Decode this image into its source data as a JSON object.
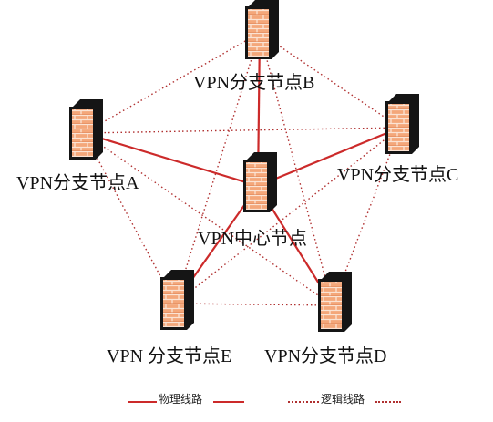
{
  "nodes": {
    "center": {
      "label": "VPN中心节点",
      "icon": "firewall-icon"
    },
    "a": {
      "label": "VPN分支节点A",
      "icon": "firewall-icon"
    },
    "b": {
      "label": "VPN分支节点B",
      "icon": "firewall-icon"
    },
    "c": {
      "label": "VPN分支节点C",
      "icon": "firewall-icon"
    },
    "d": {
      "label": "VPN分支节点D",
      "icon": "firewall-icon"
    },
    "e": {
      "label": "VPN 分支节点E",
      "icon": "firewall-icon"
    }
  },
  "links": {
    "physical": [
      [
        "center",
        "a"
      ],
      [
        "center",
        "b"
      ],
      [
        "center",
        "c"
      ],
      [
        "center",
        "d"
      ],
      [
        "center",
        "e"
      ]
    ],
    "logical": [
      [
        "a",
        "b"
      ],
      [
        "a",
        "c"
      ],
      [
        "a",
        "d"
      ],
      [
        "a",
        "e"
      ],
      [
        "b",
        "c"
      ],
      [
        "b",
        "d"
      ],
      [
        "b",
        "e"
      ],
      [
        "c",
        "d"
      ],
      [
        "c",
        "e"
      ],
      [
        "d",
        "e"
      ]
    ]
  },
  "legend": {
    "physical_label": "物理线路",
    "logical_label": "逻辑线路"
  },
  "colors": {
    "physical_line": "#cc2a2a",
    "logical_line": "#b03030",
    "brick_fill": "#f4a77a",
    "brick_mortar": "#fbe3d3",
    "frame": "#151515"
  }
}
